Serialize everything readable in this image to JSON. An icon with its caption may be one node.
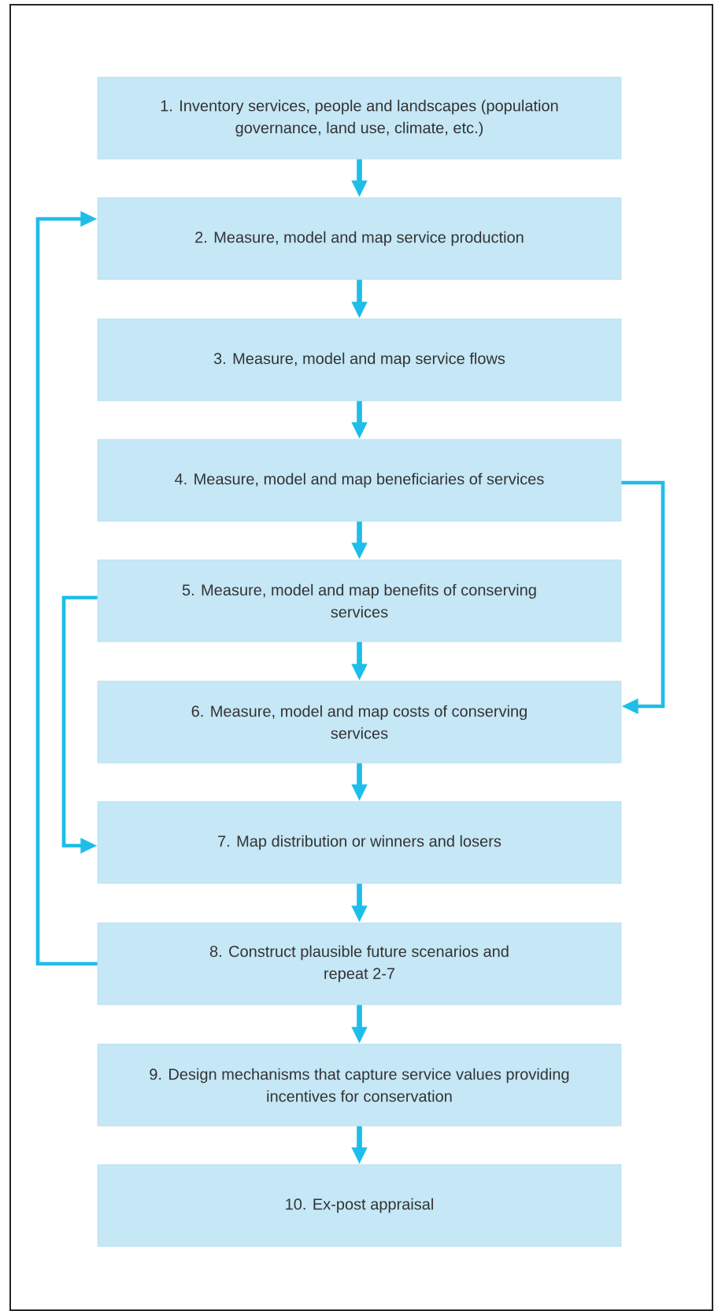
{
  "diagram": {
    "nodes": [
      {
        "text": [
          "1. Inventory services, people and landscapes (population governance, land use, climate, etc.)"
        ]
      },
      {
        "text": [
          "2. Measure, model and map service production"
        ]
      },
      {
        "text": [
          "3. Measure, model and map service flows"
        ]
      },
      {
        "text": [
          "4. Measure, model and map beneficiaries of services"
        ]
      },
      {
        "text": [
          "5. Measure, model and map benefits of conserving services"
        ]
      },
      {
        "text": [
          "6. Measure, model and map costs of conserving services"
        ]
      },
      {
        "text": [
          "7. Map distribution or winners and losers"
        ]
      },
      {
        "text": [
          "8. Construct plausible future scenarios and repeat 2-7"
        ]
      },
      {
        "text": [
          "9. Design mechanisms that capture service values providing incentives for conservation"
        ]
      },
      {
        "text": [
          "10. Ex-post appraisal"
        ]
      }
    ],
    "edges": [
      {
        "from": 0,
        "to": 1,
        "arrow": "to"
      },
      {
        "from": 1,
        "to": 2,
        "arrow": "to"
      },
      {
        "from": 2,
        "to": 3,
        "arrow": "to"
      },
      {
        "from": 3,
        "to": 4,
        "arrow": "to"
      },
      {
        "from": 4,
        "to": 5,
        "arrow": "to"
      },
      {
        "from": 5,
        "to": 6,
        "arrow": "to"
      },
      {
        "from": 6,
        "to": 7,
        "arrow": "to"
      },
      {
        "from": 7,
        "to": 8,
        "arrow": "to"
      },
      {
        "from": 8,
        "to": 9,
        "arrow": "to"
      },
      {
        "from": 7,
        "to": 1,
        "arrow": "to"
      },
      {
        "from": 4,
        "to": 6,
        "arrow": "to"
      },
      {
        "from": 3,
        "to": 5,
        "arrow": "to"
      }
    ]
  }
}
